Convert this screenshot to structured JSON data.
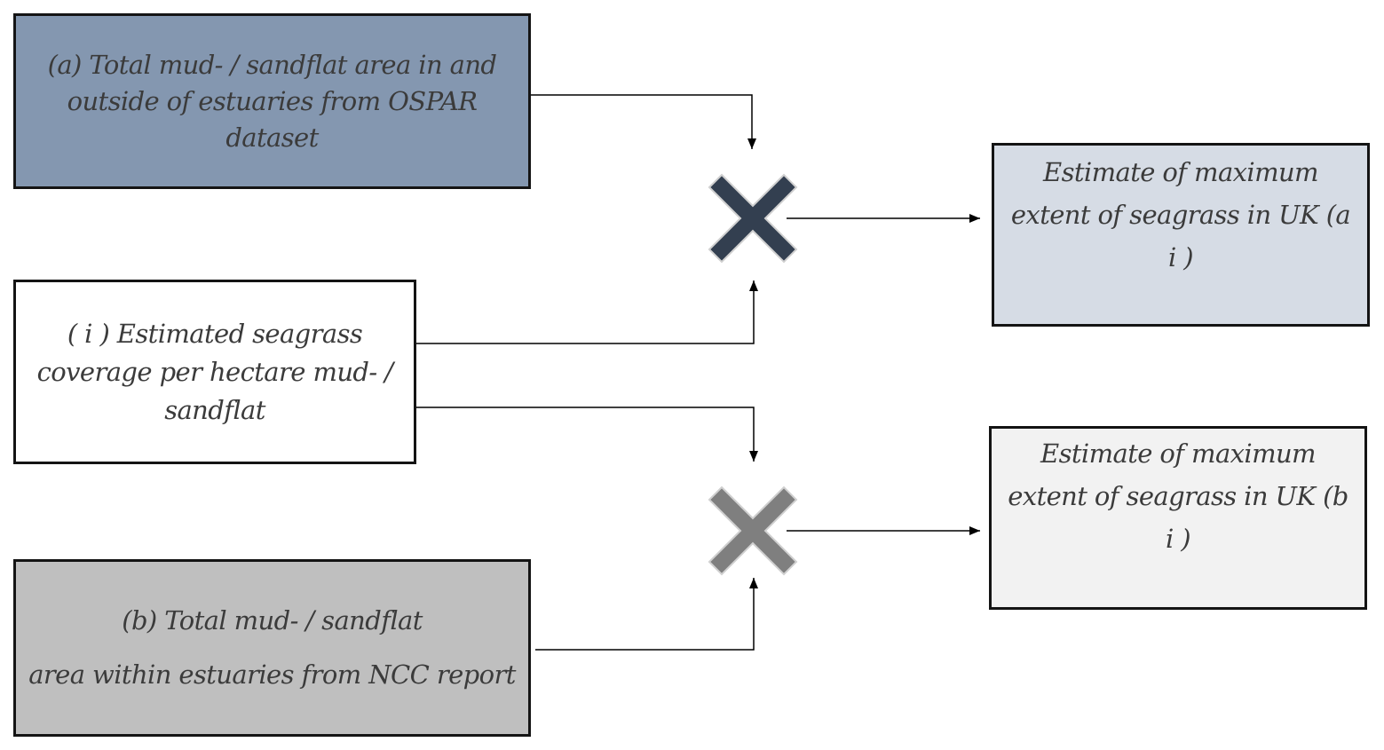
{
  "boxes": {
    "a": {
      "lines": [
        "(a) Total mud- / sandflat area in and",
        "outside of estuaries from OSPAR",
        "dataset"
      ],
      "fill": "#8497b0"
    },
    "i": {
      "lines": [
        "( i ) Estimated seagrass",
        "coverage per hectare mud- /",
        "sandflat"
      ],
      "fill": "#ffffff"
    },
    "b": {
      "lines": [
        "(b) Total mud- / sandflat",
        "area within estuaries from NCC report"
      ],
      "fill": "#bfbfbf"
    },
    "ai": {
      "lines": [
        "Estimate of maximum",
        "extent of seagrass in UK (a",
        "i )"
      ],
      "fill": "#d6dce5"
    },
    "bi": {
      "lines": [
        "Estimate of maximum",
        "extent of seagrass in UK (b",
        "i )"
      ],
      "fill": "#f2f2f2"
    }
  },
  "operators": {
    "top": {
      "symbol": "multiply-icon",
      "color": "#333f50"
    },
    "bottom": {
      "symbol": "multiply-icon",
      "color": "#7f7f7f"
    }
  }
}
